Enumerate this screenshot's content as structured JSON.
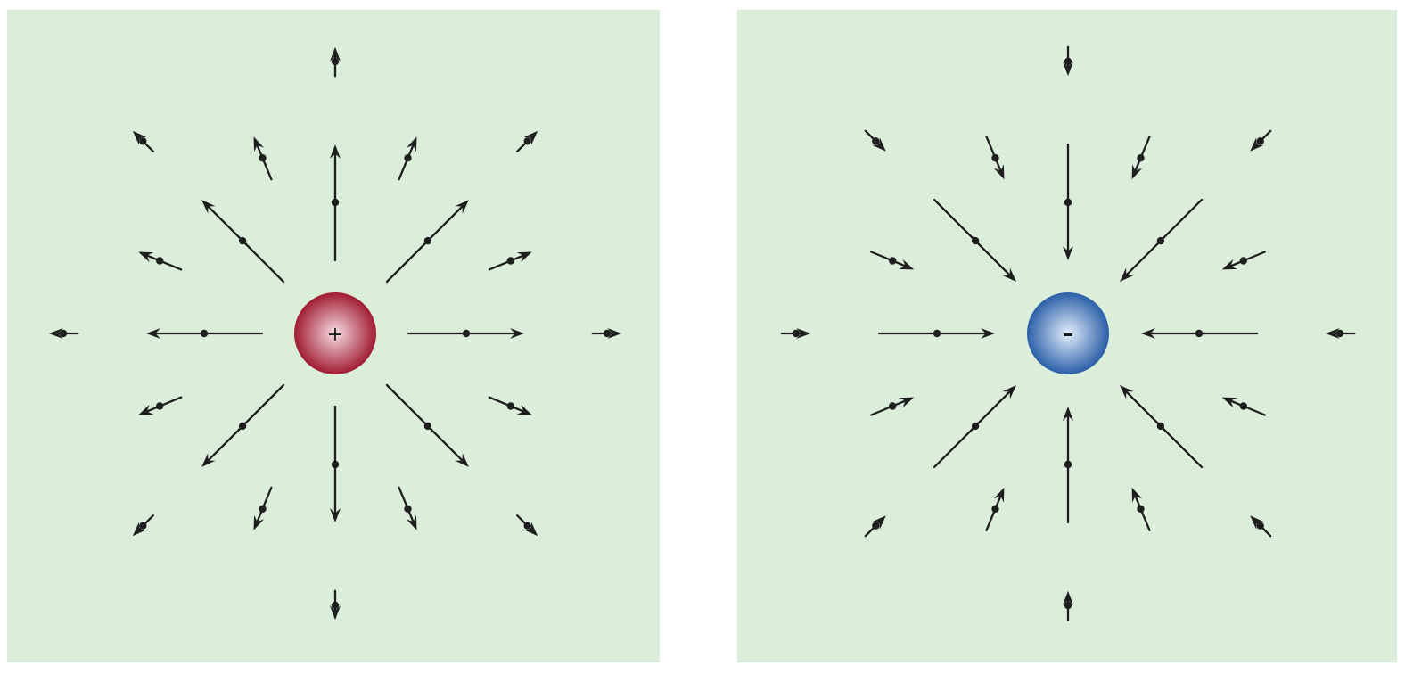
{
  "colors": {
    "panel_background": "#dbeed9",
    "page_background": "#ffffff",
    "arrow": "#1e1e1e",
    "positive_charge_core": "#f6dde3",
    "positive_charge_rim": "#a11c33",
    "negative_charge_core": "#e3eefb",
    "negative_charge_rim": "#2b5fa8"
  },
  "panels": [
    {
      "id": "positive",
      "charge_sign": "+",
      "charge_type": "positive",
      "field_direction": "outward"
    },
    {
      "id": "negative",
      "charge_sign": "–",
      "charge_type": "negative",
      "field_direction": "inward"
    }
  ],
  "field_vectors": {
    "directions_per_ring": 8,
    "rings": [
      {
        "ring": 1,
        "relative_strength": 1.0
      },
      {
        "ring": 2,
        "relative_strength": 0.4
      },
      {
        "ring": 3,
        "relative_strength": 0.25
      }
    ]
  }
}
